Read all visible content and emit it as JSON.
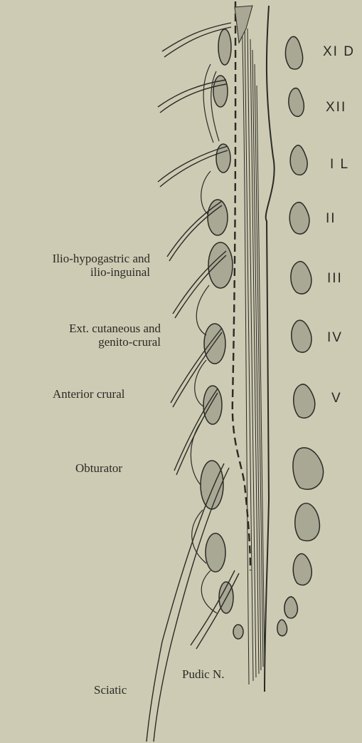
{
  "labels": {
    "ilio_hypogastric": [
      "Ilio-hypogastric and",
      "ilio-inguinal"
    ],
    "ext_cutaneous": [
      "Ext. cutaneous and",
      "genito-crural"
    ],
    "anterior_crural": "Anterior crural",
    "obturator": "Obturator",
    "sciatic": "Sciatic",
    "pudic": "Pudic N."
  },
  "vertebra_labels": [
    "XI D",
    "XII",
    "I L",
    "II",
    "III",
    "IV",
    "V"
  ],
  "colors": {
    "background": "#cdcbb3",
    "ink": "#2a2a26",
    "fill": "#a8a894",
    "nerve": "#d9d7c4"
  }
}
